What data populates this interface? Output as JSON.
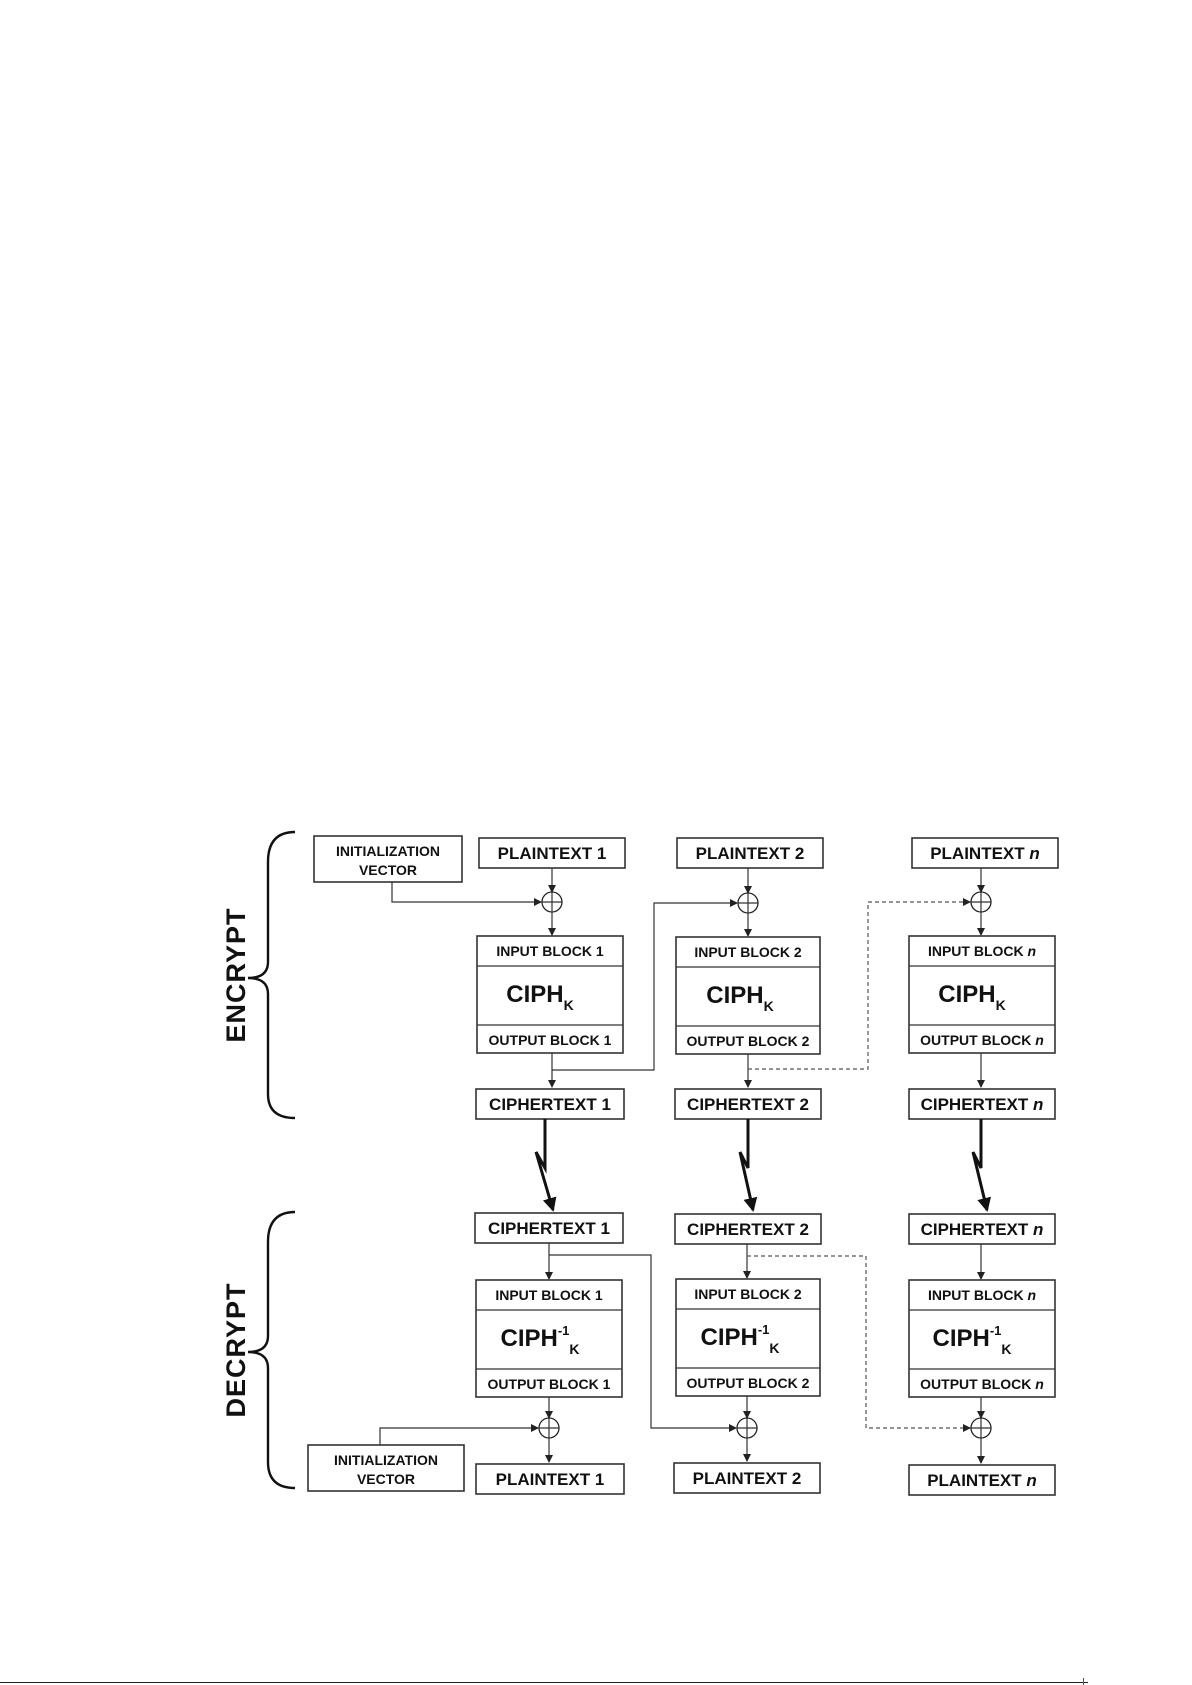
{
  "labels": {
    "encrypt": "ENCRYPT",
    "decrypt": "DECRYPT",
    "iv_line1": "INITIALIZATION",
    "iv_line2": "VECTOR",
    "ciph": "CIPH",
    "ciph_inv": "CIPH",
    "inv_sup": "-1",
    "key_sub": "K"
  },
  "columns": [
    {
      "plaintext_prefix": "PLAINTEXT",
      "index": "1",
      "italic": false,
      "input_prefix": "INPUT BLOCK",
      "output_prefix": "OUTPUT BLOCK",
      "ciphertext_prefix": "CIPHERTEXT"
    },
    {
      "plaintext_prefix": "PLAINTEXT",
      "index": "2",
      "italic": false,
      "input_prefix": "INPUT BLOCK",
      "output_prefix": "OUTPUT BLOCK",
      "ciphertext_prefix": "CIPHERTEXT"
    },
    {
      "plaintext_prefix": "PLAINTEXT",
      "index": "n",
      "italic": true,
      "input_prefix": "INPUT BLOCK",
      "output_prefix": "OUTPUT BLOCK",
      "ciphertext_prefix": "CIPHERTEXT"
    }
  ],
  "colors": {
    "stroke": "#333333",
    "text": "#111111",
    "background": "#ffffff"
  }
}
